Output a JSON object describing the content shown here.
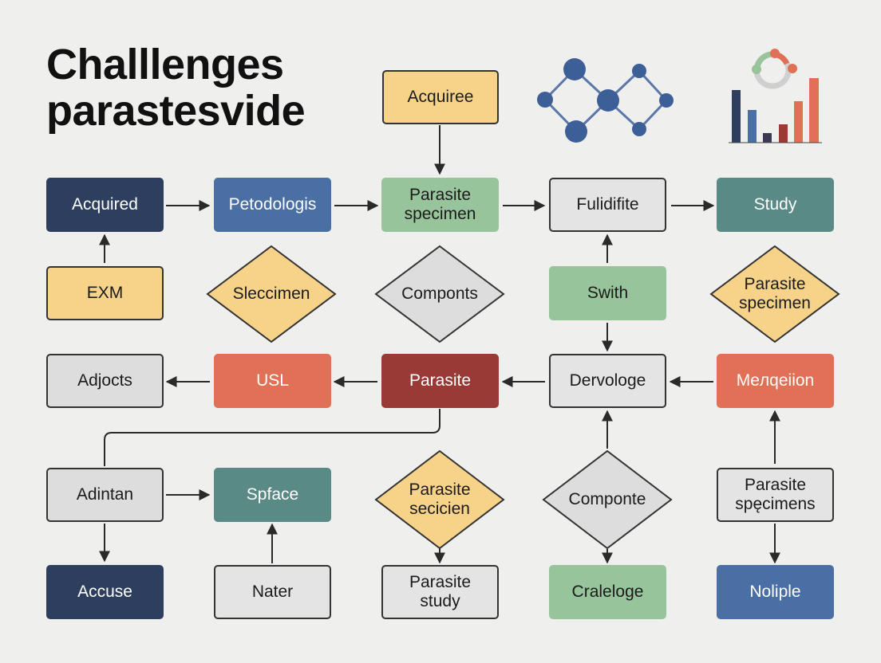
{
  "title": {
    "line1": "Challlenges",
    "line2": "parastesvide"
  },
  "colors": {
    "navy": "#2d3e5e",
    "blue": "#4a6fa5",
    "green": "#98c49b",
    "teal": "#5a8a86",
    "gray": "#dddddd",
    "yellow": "#f7d38a",
    "orange": "#e07156",
    "darkred": "#993a36",
    "line": "#2a2a2a"
  },
  "nodes": {
    "acquiree": "Acquiree",
    "acquired": "Acquired",
    "petodologis": "Petodologis",
    "parasite_specimen_top": "Parasite specimen",
    "fulidifite": "Fulidifite",
    "study": "Study",
    "exm": "EXM",
    "sleccimen": "Sleccimen",
    "componts": "Componts",
    "swith": "Swith",
    "parasite_specimen_right": "Parasite specimen",
    "adjocts": "Adjocts",
    "usl": "USL",
    "parasite": "Parasite",
    "dervologe": "Dervologe",
    "meqeition": "Meлqeiion",
    "adintan": "Adintan",
    "spface": "Spface",
    "parasite_secicien": "Parasite secicien",
    "componte": "Componte",
    "parasite_spcimens": "Parasite spęcimens",
    "accuse": "Accuse",
    "nater": "Nater",
    "parasite_study": "Parasite study",
    "cralelloge": "Cralelоge",
    "noliple": "Noliple"
  },
  "icons": {
    "network": "network-graph-icon",
    "chart": "bar-chart-icon"
  }
}
